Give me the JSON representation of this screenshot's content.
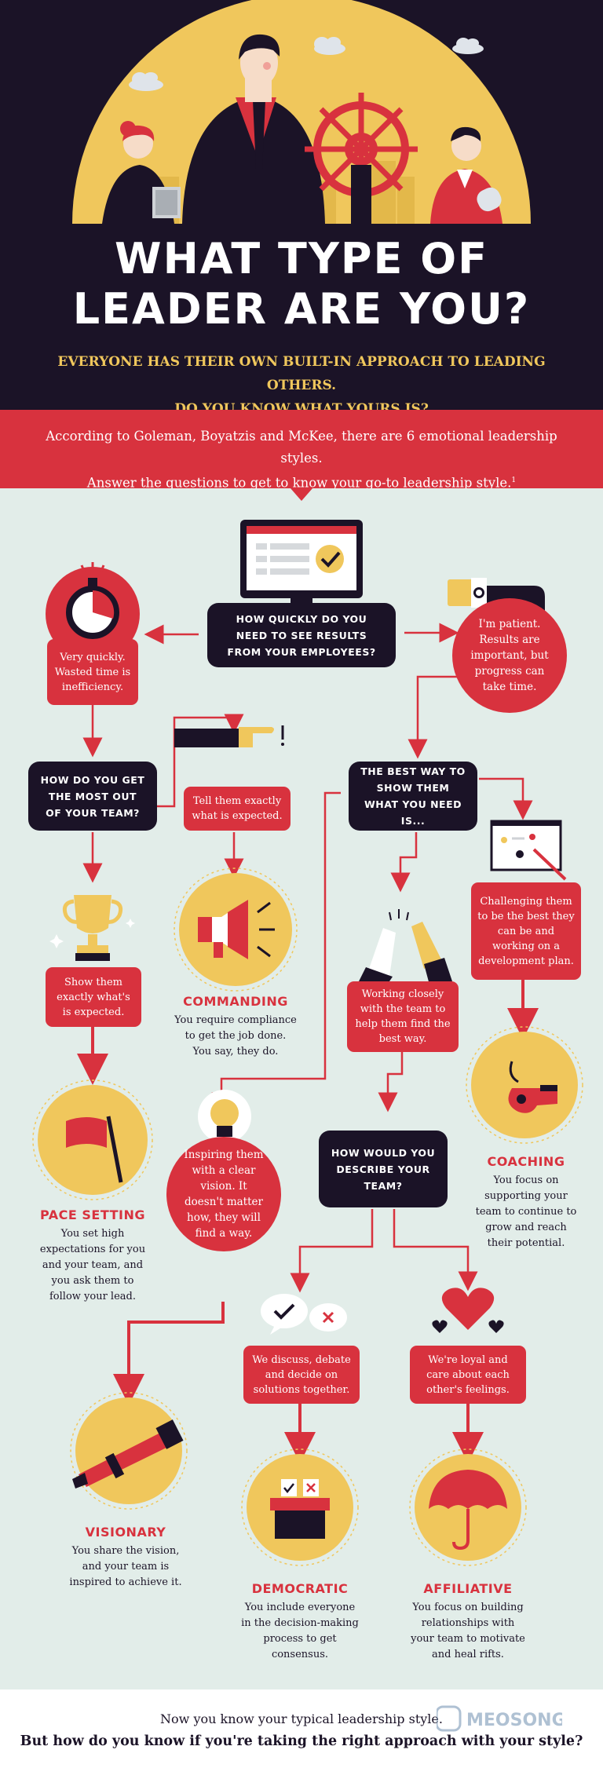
{
  "header": {
    "title_line1": "WHAT TYPE OF",
    "title_line2": "LEADER ARE YOU?",
    "subtitle_line1": "EVERYONE HAS THEIR OWN BUILT-IN APPROACH TO LEADING OTHERS.",
    "subtitle_line2": "DO YOU KNOW WHAT YOURS IS?"
  },
  "intro": {
    "line1": "According to Goleman, Boyatzis and McKee, there are 6 emotional leadership styles.",
    "line2": "Answer the questions to get to know your go-to leadership style.",
    "footnote": "1"
  },
  "questions": {
    "q1": "HOW QUICKLY DO YOU NEED TO SEE RESULTS FROM YOUR EMPLOYEES?",
    "q2": "HOW DO YOU GET THE MOST OUT OF YOUR TEAM?",
    "q3": "THE BEST WAY TO SHOW THEM WHAT YOU NEED IS...",
    "q4": "HOW WOULD YOU DESCRIBE YOUR TEAM?"
  },
  "answers": {
    "very_quickly": "Very quickly. Wasted time is inefficiency.",
    "patient": "I'm patient. Results are important, but progress can take time.",
    "tell_them": "Tell them exactly what is expected.",
    "show_them": "Show them exactly what's is expected.",
    "challenging": "Challenging them to be the best they can be and working on a development plan.",
    "working_closely": "Working closely with the team to help them find the best way.",
    "inspiring": "Inspiring them with a clear vision. It doesn't matter how, they will find a way.",
    "discuss": "We discuss, debate and decide on solutions together.",
    "loyal": "We're loyal and care about each other's feelings."
  },
  "styles": {
    "commanding": {
      "name": "COMMANDING",
      "desc": "You require compliance to get the job done. You say, they do."
    },
    "pace_setting": {
      "name": "PACE SETTING",
      "desc": "You set high expectations for you and your team, and you ask them to follow your lead."
    },
    "coaching": {
      "name": "COACHING",
      "desc": "You focus on supporting your team to continue to grow and reach their potential."
    },
    "visionary": {
      "name": "VISIONARY",
      "desc": "You share the vision, and your team is inspired to achieve it."
    },
    "democratic": {
      "name": "DEMOCRATIC",
      "desc": "You include everyone in the decision-making process to get consensus."
    },
    "affiliative": {
      "name": "AFFILIATIVE",
      "desc": "You focus on building relationships with your team to motivate and heal rifts."
    }
  },
  "footer": {
    "line1": "Now you know your typical leadership style.",
    "line2": "But how do you know if you're taking the right approach with your style?",
    "watermark": "MEOSONG"
  },
  "colors": {
    "navy": "#1b1327",
    "red": "#d8323e",
    "yellow": "#f0c75c",
    "mint": "#e2ede9"
  }
}
